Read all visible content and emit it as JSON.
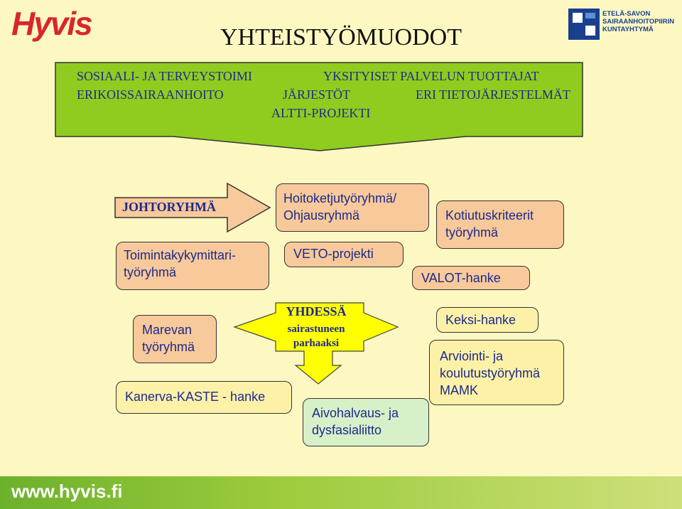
{
  "logos": {
    "hyvis": "Hyvis",
    "etela_savo_lines": [
      "ETELÄ-SAVON",
      "SAIRAANHOITOPIIRIN",
      "KUNTAYHTYMÄ"
    ]
  },
  "title": "YHTEISTYÖMUODOT",
  "top_arrow": {
    "line1_left": "SOSIAALI- JA TERVEYSTOIMI",
    "line1_right": "YKSITYISET PALVELUN TUOTTAJAT",
    "line2_left": "ERIKOISSAIRAANHOITO",
    "line2_mid": "JÄRJESTÖT",
    "line2_right": "ERI TIETOJÄRJESTELMÄT",
    "line3": "ALTTI-PROJEKTI"
  },
  "johtoryhma": "JOHTORYHMÄ",
  "toimintakyky": [
    "Toimintakykymittari-",
    "työryhmä"
  ],
  "hoitoketju": [
    "Hoitoketjutyöryhmä/",
    "Ohjausryhmä"
  ],
  "veto": "VETO-projekti",
  "kotiutus": [
    "Kotiutuskriteerit",
    "työryhmä"
  ],
  "valot": "VALOT-hanke",
  "marevan": [
    "Marevan",
    "työryhmä"
  ],
  "yhdessa": {
    "title": "YHDESSÄ",
    "sub1": "sairastuneen",
    "sub2": "parhaaksi"
  },
  "keksi": "Keksi-hanke",
  "kanerva": "Kanerva-KASTE - hanke",
  "aivohalvaus": [
    "Aivohalvaus- ja",
    "dysfasialiitto"
  ],
  "arviointi": [
    "Arviointi- ja",
    "koulutustyöryhmä",
    "MAMK"
  ],
  "footer": "www.hyvis.fi",
  "colors": {
    "background": "#fdf8c2",
    "green_arrow": "#8fcc1f",
    "yellow_arrow": "#ffff00",
    "orange_box": "#f8c99a",
    "text_blue": "#1c2a8c"
  }
}
